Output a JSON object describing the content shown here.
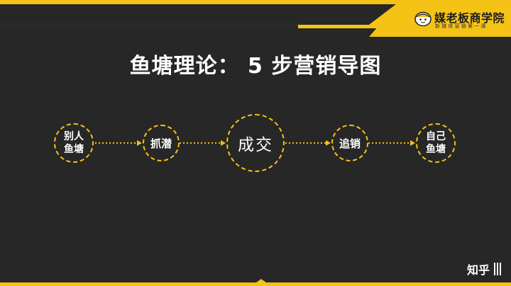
{
  "brand": {
    "name": "媒老板商学院",
    "slogan": "新媒体营销第一课"
  },
  "title": "鱼塘理论： 5 步营销导图",
  "flow": {
    "nodes": [
      {
        "lines": [
          "别人",
          "鱼塘"
        ]
      },
      {
        "lines": [
          "抓潜"
        ]
      },
      {
        "lines": [
          "成交"
        ]
      },
      {
        "lines": [
          "追销"
        ]
      },
      {
        "lines": [
          "自己",
          "鱼塘"
        ]
      }
    ]
  },
  "watermark": {
    "text": "知乎"
  },
  "colors": {
    "accent": "#f5c216",
    "background": "#272727",
    "text": "#ffffff"
  }
}
